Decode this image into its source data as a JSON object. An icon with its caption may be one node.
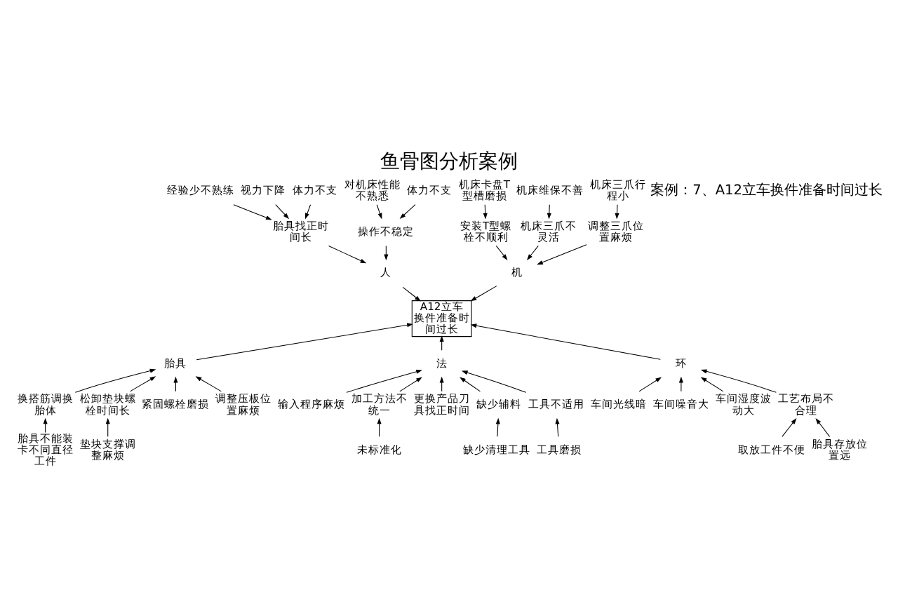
{
  "diagram": {
    "title": "鱼骨图分析案例",
    "nodes": [
      {
        "text": [
          "A12立车换件准备时间过长"
        ]
      },
      {
        "text": [
          "人"
        ]
      },
      {
        "text": [
          "胎具找正时间长"
        ]
      },
      {
        "text": [
          "经验少不熟练"
        ]
      },
      {
        "text": [
          "视力下降"
        ]
      },
      {
        "text": [
          "体力不支"
        ]
      },
      {
        "text": [
          "操作不稳定"
        ]
      },
      {
        "text": [
          "对机床性能不熟悉"
        ]
      },
      {
        "text": [
          "体力不支"
        ]
      },
      {
        "text": [
          "机"
        ]
      },
      {
        "text": [
          "安装T型螺栓不顺利"
        ]
      },
      {
        "text": [
          "机床卡盘T型槽磨损"
        ]
      },
      {
        "text": [
          "机床三爪不灵活"
        ]
      },
      {
        "text": [
          "机床维保不善"
        ]
      },
      {
        "text": [
          "调整三爪位置麻烦"
        ]
      },
      {
        "text": [
          "机床三爪行程小"
        ]
      },
      {
        "text": [
          "胎具"
        ]
      },
      {
        "text": [
          "换搭筋调换胎体"
        ]
      },
      {
        "text": [
          "胎具不能装卡不同直径工件"
        ]
      },
      {
        "text": [
          "松卸垫块螺栓时间长"
        ]
      },
      {
        "text": [
          "垫块支撑调整麻烦"
        ]
      },
      {
        "text": [
          "紧固螺栓磨损"
        ]
      },
      {
        "text": [
          "调整压板位置麻烦"
        ]
      },
      {
        "text": [
          "法"
        ]
      },
      {
        "text": [
          "输入程序麻烦"
        ]
      },
      {
        "text": [
          "加工方法不统一"
        ]
      },
      {
        "text": [
          "未标准化"
        ]
      },
      {
        "text": [
          "更换产品刀具找正时间"
        ]
      },
      {
        "text": [
          "缺少辅料"
        ]
      },
      {
        "text": [
          "缺少清理工具"
        ]
      },
      {
        "text": [
          "工具不适用"
        ]
      },
      {
        "text": [
          "工具磨损"
        ]
      },
      {
        "text": [
          "环"
        ]
      },
      {
        "text": [
          "车间光线暗"
        ]
      },
      {
        "text": [
          "车间噪音大"
        ]
      },
      {
        "text": [
          "车间湿度波动大"
        ]
      },
      {
        "text": [
          "工艺布局不合理"
        ]
      },
      {
        "text": [
          "取放工件不便"
        ]
      },
      {
        "text": [
          "胎具存放位置远"
        ]
      }
    ],
    "edges": [
      {
        "from": 1,
        "to": 0,
        "arrow": "to"
      },
      {
        "from": 2,
        "to": 1,
        "arrow": "to"
      },
      {
        "from": 3,
        "to": 2,
        "arrow": "to"
      },
      {
        "from": 4,
        "to": 2,
        "arrow": "to"
      },
      {
        "from": 5,
        "to": 2,
        "arrow": "to"
      },
      {
        "from": 6,
        "to": 1,
        "arrow": "to"
      },
      {
        "from": 7,
        "to": 6,
        "arrow": "to"
      },
      {
        "from": 8,
        "to": 6,
        "arrow": "to"
      },
      {
        "from": 9,
        "to": 0,
        "arrow": "to"
      },
      {
        "from": 10,
        "to": 9,
        "arrow": "to"
      },
      {
        "from": 11,
        "to": 10,
        "arrow": "to"
      },
      {
        "from": 12,
        "to": 9,
        "arrow": "to"
      },
      {
        "from": 13,
        "to": 12,
        "arrow": "to"
      },
      {
        "from": 14,
        "to": 9,
        "arrow": "to"
      },
      {
        "from": 15,
        "to": 14,
        "arrow": "to"
      },
      {
        "from": 16,
        "to": 0,
        "arrow": "to"
      },
      {
        "from": 17,
        "to": 16,
        "arrow": "to"
      },
      {
        "from": 18,
        "to": 17,
        "arrow": "to"
      },
      {
        "from": 19,
        "to": 16,
        "arrow": "to"
      },
      {
        "from": 20,
        "to": 19,
        "arrow": "to"
      },
      {
        "from": 21,
        "to": 16,
        "arrow": "to"
      },
      {
        "from": 22,
        "to": 16,
        "arrow": "to"
      },
      {
        "from": 23,
        "to": 0,
        "arrow": "to"
      },
      {
        "from": 24,
        "to": 23,
        "arrow": "to"
      },
      {
        "from": 25,
        "to": 23,
        "arrow": "to"
      },
      {
        "from": 26,
        "to": 25,
        "arrow": "to"
      },
      {
        "from": 27,
        "to": 23,
        "arrow": "to"
      },
      {
        "from": 28,
        "to": 23,
        "arrow": "to"
      },
      {
        "from": 29,
        "to": 28,
        "arrow": "to"
      },
      {
        "from": 30,
        "to": 23,
        "arrow": "to"
      },
      {
        "from": 31,
        "to": 30,
        "arrow": "to"
      },
      {
        "from": 32,
        "to": 0,
        "arrow": "to"
      },
      {
        "from": 33,
        "to": 32,
        "arrow": "to"
      },
      {
        "from": 34,
        "to": 32,
        "arrow": "to"
      },
      {
        "from": 35,
        "to": 32,
        "arrow": "to"
      },
      {
        "from": 36,
        "to": 32,
        "arrow": "to"
      },
      {
        "from": 37,
        "to": 36,
        "arrow": "to"
      },
      {
        "from": 38,
        "to": 36,
        "arrow": "to"
      }
    ],
    "labels": [
      "案例：7、A12立车换件准备时间过长"
    ]
  }
}
